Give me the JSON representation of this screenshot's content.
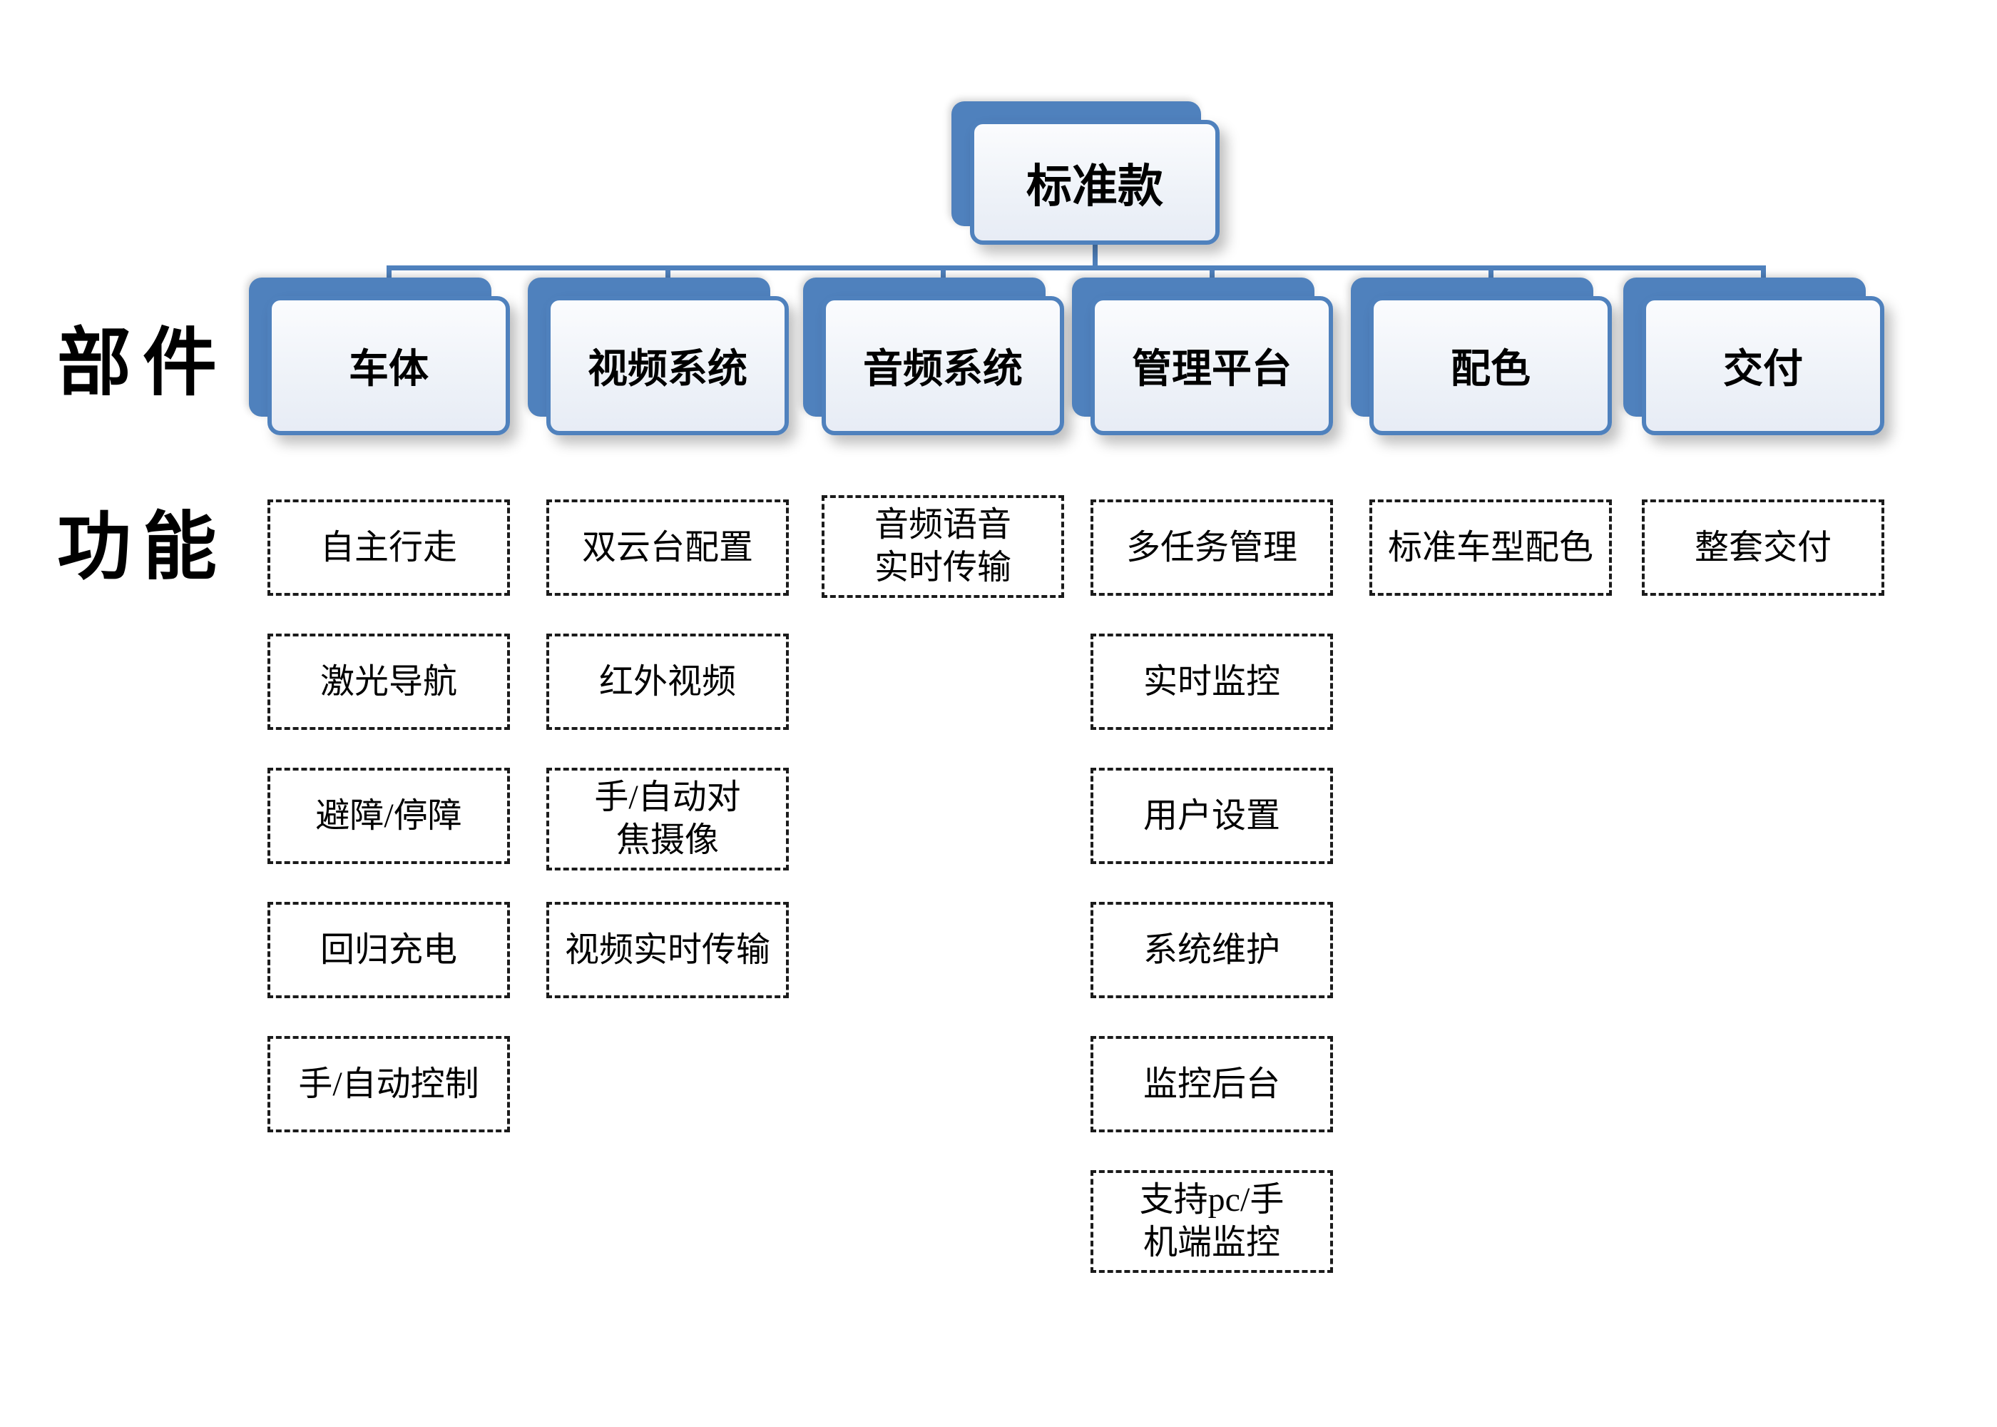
{
  "root": {
    "label": "标准款"
  },
  "row_labels": {
    "components": "部件",
    "functions": "功能"
  },
  "colors": {
    "accent": "#4f81bd",
    "node_fill": "#eef2f8",
    "function_border": "#1b1b1b"
  },
  "columns": [
    {
      "label": "车体",
      "functions": [
        "自主行走",
        "激光导航",
        "避障/停障",
        "回归充电",
        "手/自动控制"
      ]
    },
    {
      "label": "视频系统",
      "functions": [
        "双云台配置",
        "红外视频",
        "手/自动对\n焦摄像",
        "视频实时传输"
      ]
    },
    {
      "label": "音频系统",
      "functions": [
        "音频语音\n实时传输"
      ]
    },
    {
      "label": "管理平台",
      "functions": [
        "多任务管理",
        "实时监控",
        "用户设置",
        "系统维护",
        "监控后台",
        "支持pc/手\n机端监控"
      ]
    },
    {
      "label": "配色",
      "functions": [
        "标准车型配色"
      ]
    },
    {
      "label": "交付",
      "functions": [
        "整套交付"
      ]
    }
  ]
}
